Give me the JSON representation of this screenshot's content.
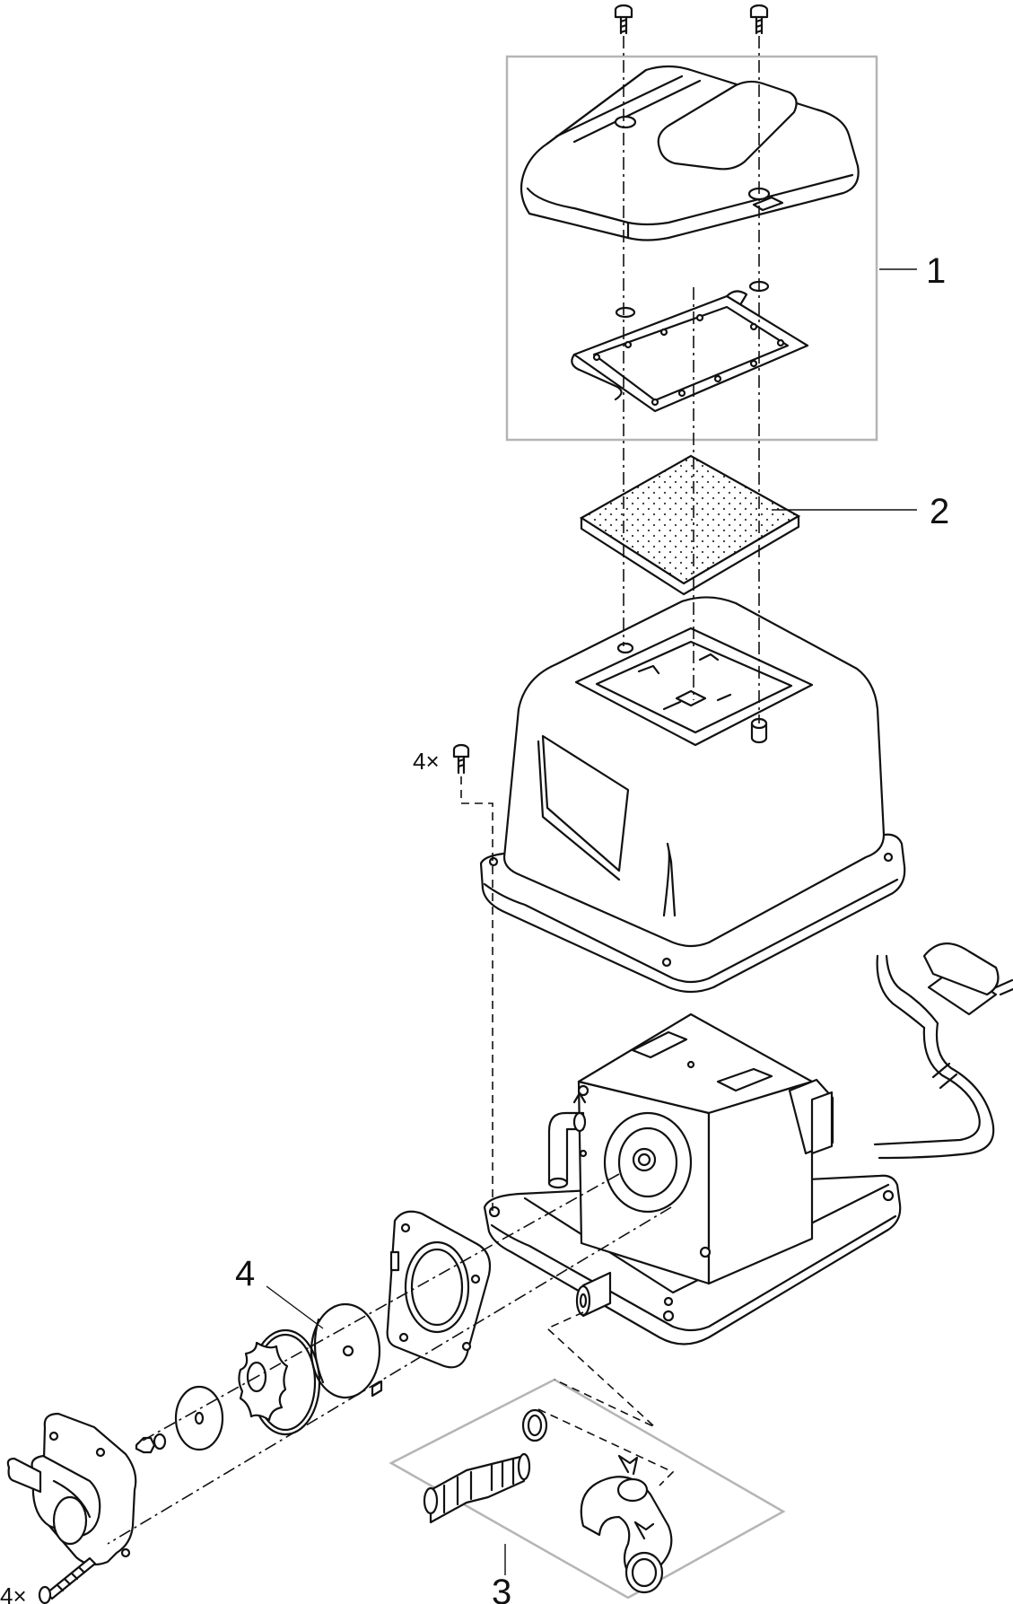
{
  "diagram": {
    "callouts": [
      {
        "id": "cover-assembly",
        "label": "1"
      },
      {
        "id": "filter-foam",
        "label": "2"
      },
      {
        "id": "hose-connector-kit",
        "label": "3"
      },
      {
        "id": "diaphragm-set",
        "label": "4"
      }
    ],
    "quantities": {
      "housing_screws": "4×",
      "chamber_screws": "4×"
    }
  }
}
